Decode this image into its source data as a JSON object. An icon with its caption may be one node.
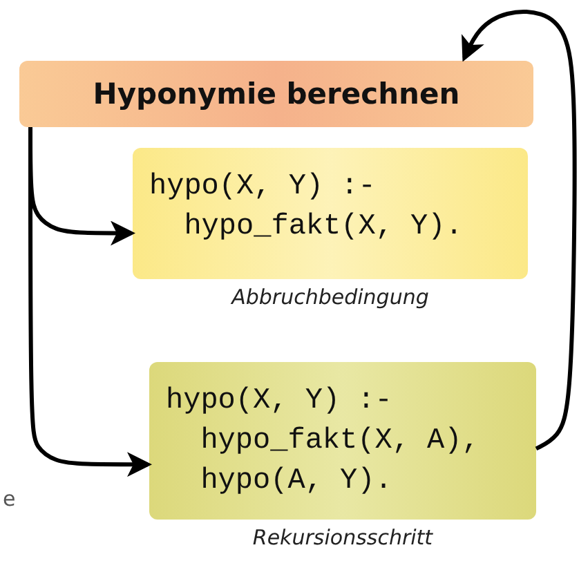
{
  "diagram": {
    "nodes": [
      {
        "text": [
          "Hyponymie berechnen"
        ]
      },
      {
        "text": [
          "hypo(X, Y) :- hypo_fakt(X, Y)."
        ],
        "beside": [
          "Abbruchbedingung"
        ]
      },
      {
        "text": [
          "hypo(X, Y) :- hypo_fakt(X, A), hypo(A, Y)."
        ],
        "beside": [
          "Rekursionsschritt"
        ]
      }
    ],
    "edges": [
      {
        "from": 0,
        "to": 1,
        "arrow": "to"
      },
      {
        "from": 0,
        "to": 2,
        "arrow": "to"
      },
      {
        "from": 2,
        "to": 0,
        "arrow": "to"
      }
    ],
    "labels": [
      "e"
    ]
  }
}
